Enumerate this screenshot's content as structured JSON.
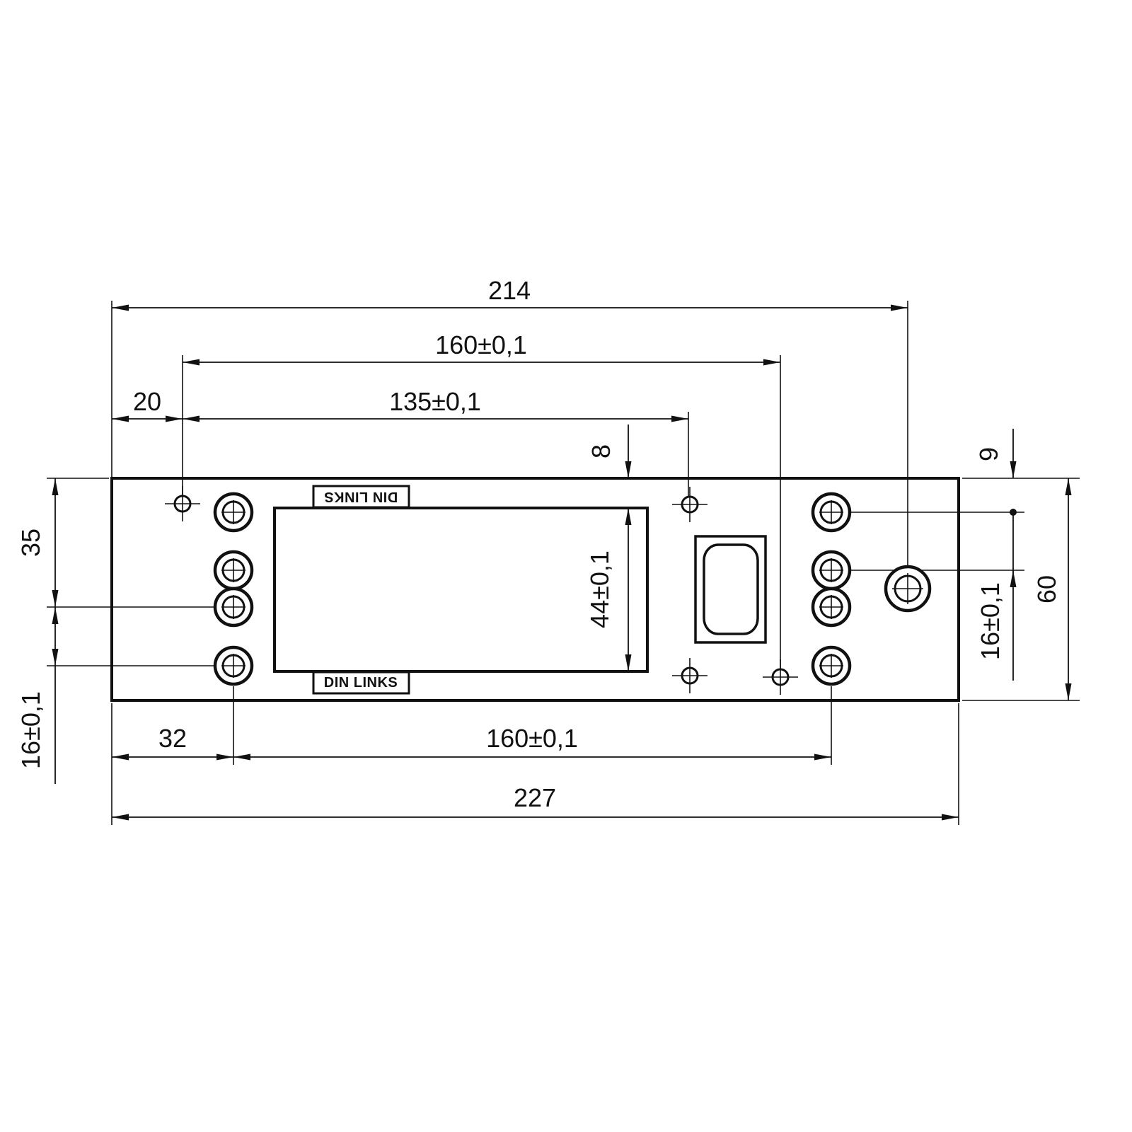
{
  "drawing": {
    "kind": "technical-dimension-drawing",
    "part": "mounting-plate",
    "colors": {
      "line": "#111111",
      "background": "#ffffff"
    },
    "plate_labels": {
      "din_top": "DIN LINKS",
      "din_bottom": "DIN LINKS"
    },
    "dimensions": {
      "overall_width_top": "214",
      "hole_pitch_top": "160±0,1",
      "edge_offset_top_left": "20",
      "pitch_135": "135±0,1",
      "cutout_offset_top": "8",
      "hole_offset_top_right": "9",
      "top_edge_to_row3_left": "35",
      "row_pitch_left": "16±0,1",
      "cutout_height": "44±0,1",
      "row_pitch_right": "16±0,1",
      "plate_height": "60",
      "edge_offset_bottom_left": "32",
      "hole_pitch_bottom": "160±0,1",
      "overall_width_bottom": "227"
    }
  }
}
